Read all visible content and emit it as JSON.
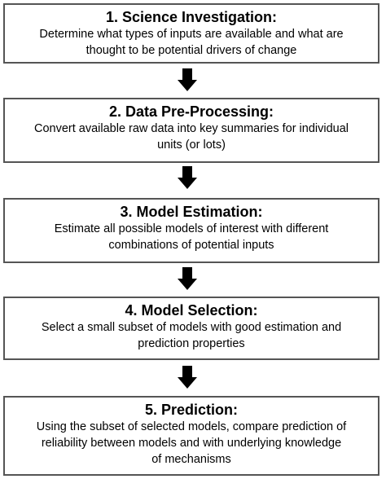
{
  "steps": [
    {
      "title": "1. Science Investigation:",
      "lines": [
        "Determine what types of inputs are available and what are",
        "thought to be potential drivers of change"
      ]
    },
    {
      "title": "2. Data Pre-Processing:",
      "lines": [
        "Convert available raw data into key summaries for individual",
        "units (or lots)"
      ]
    },
    {
      "title": "3. Model Estimation:",
      "lines": [
        "Estimate all possible models of interest with different",
        "combinations of potential inputs"
      ]
    },
    {
      "title": "4. Model Selection:",
      "lines": [
        "Select a small subset of models with good estimation and",
        "prediction properties"
      ]
    },
    {
      "title": "5. Prediction:",
      "lines": [
        "Using the subset of selected models, compare prediction of",
        "reliability between models and with underlying knowledge",
        "of mechanisms"
      ]
    }
  ],
  "colors": {
    "border": "#555555",
    "arrow": "#000000",
    "background": "#ffffff"
  },
  "arrow_icon": "down-arrow-icon"
}
